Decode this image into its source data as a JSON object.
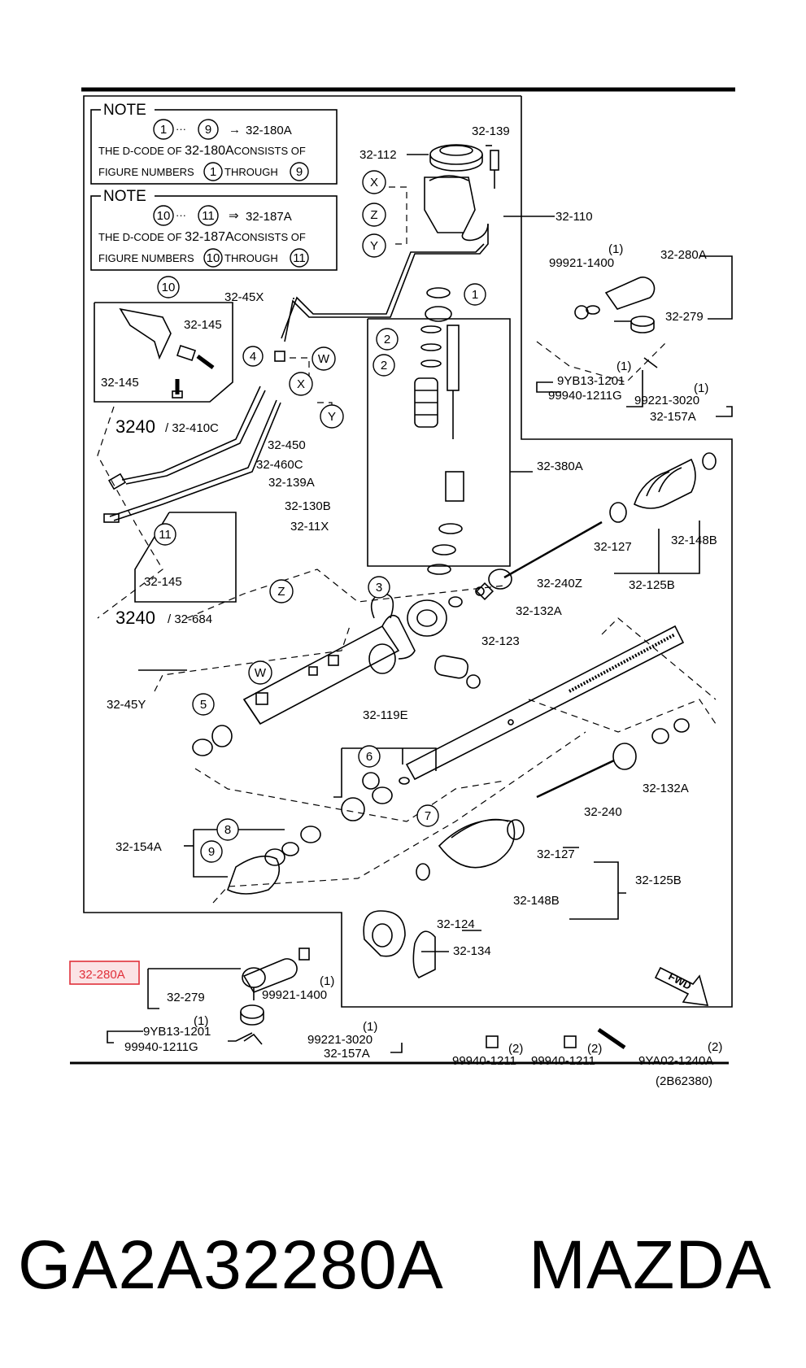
{
  "notes": [
    {
      "header": "NOTE",
      "from": "1",
      "to": "9",
      "arrow": "→",
      "code": "32-180A",
      "line1a": "THE D-CODE OF ",
      "line1b": "32-180A",
      "line1c": "CONSISTS OF",
      "line2a": "FIGURE NUMBERS ",
      "line2b": "THROUGH"
    },
    {
      "header": "NOTE",
      "from": "10",
      "to": "11",
      "arrow": "⇒",
      "code": "32-187A",
      "line1a": "THE D-CODE OF ",
      "line1b": "32-187A",
      "line1c": "CONSISTS OF",
      "line2a": "FIGURE NUMBERS ",
      "line2b": "THROUGH"
    }
  ],
  "dots": "···",
  "callouts": [
    "1",
    "2",
    "2",
    "3",
    "4",
    "5",
    "6",
    "7",
    "8",
    "9",
    "10",
    "11",
    "X",
    "Y",
    "Z",
    "W",
    "X",
    "Y",
    "Z",
    "W"
  ],
  "labels": {
    "l32_139": "32-139",
    "l32_112": "32-112",
    "l32_110": "32-110",
    "l99921_1400": "99921-1400",
    "q1a": "(1)",
    "l32_280A": "32-280A",
    "l32_279": "32-279",
    "l9YB13": "9YB13-1201",
    "l99940_1211G": "99940-1211G",
    "q1b": "(1)",
    "l99221": "99221-3020",
    "q1c": "(1)",
    "l32_157A": "32-157A",
    "l32_45X": "32-45X",
    "l32_145a": "32-145",
    "l32_145b": "32-145",
    "l3240a": "3240",
    "l32_410C": "/ 32-410C",
    "l32_450": "32-450",
    "l32_460C": "32-460C",
    "l32_380A": "32-380A",
    "l32_139A": "32-139A",
    "l32_130B": "32-130B",
    "l32_11X": "32-11X",
    "l32_127a": "32-127",
    "l32_148Ba": "32-148B",
    "l32_125Ba": "32-125B",
    "l32_240Z": "32-240Z",
    "l32_132Aa": "32-132A",
    "l32_145c": "32-145",
    "l3240b": "3240",
    "l32_684": "/ 32-684",
    "l32_123": "32-123",
    "l32_45Y": "32-45Y",
    "l32_119E": "32-119E",
    "l32_132Ab": "32-132A",
    "l32_240": "32-240",
    "l32_154A": "32-154A",
    "l32_127b": "32-127",
    "l32_125Bb": "32-125B",
    "l32_148Bb": "32-148B",
    "l32_124": "32-124",
    "l32_134": "32-134",
    "fwd": "FWD",
    "l32_280A_hl": "32-280A",
    "l32_279b": "32-279",
    "l99921_1400b": "99921-1400",
    "q1d": "(1)",
    "q1e": "(1)",
    "l9YB13b": "9YB13-1201",
    "l99940_1211Gb": "99940-1211G",
    "l99221b": "99221-3020",
    "q1f": "(1)",
    "l32_157Ab": "32-157A",
    "l99940_1211a": "99940-1211",
    "q2a": "(2)",
    "l99940_1211b": "99940-1211",
    "q2b": "(2)",
    "l9YA02": "9YA02-1240A",
    "q2c": "(2)",
    "ref": "(2B62380)"
  },
  "highlight": {
    "label": "32-280A",
    "color": "#e0303a",
    "fill": "#fbe3e5"
  },
  "caption": {
    "part_number": "GA2A32280A",
    "brand": "MAZDA"
  }
}
